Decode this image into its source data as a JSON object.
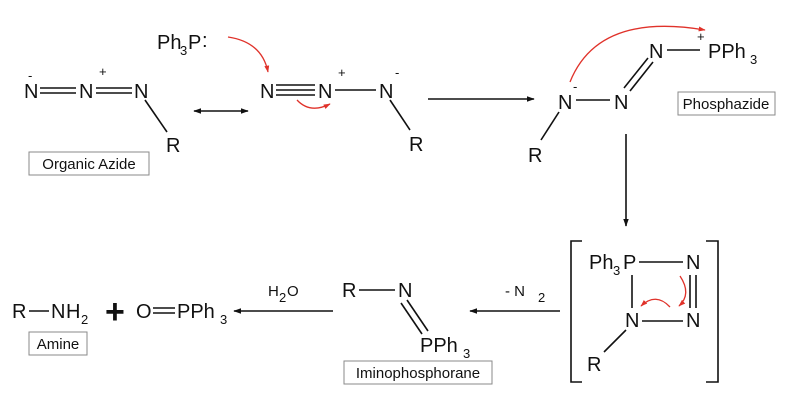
{
  "colors": {
    "ink": "#111111",
    "curved_arrow": "#e0322a",
    "label_border": "#8a8a8a"
  },
  "atoms": {
    "N": "N",
    "R": "R",
    "P": "P",
    "H": "H",
    "O": "O",
    "minus": "-",
    "plus": "+",
    "two": "2",
    "three": "3",
    "Ph": "Ph",
    "PPh": "PPh",
    "Ph3P_colon": ":"
  },
  "labels": {
    "organic_azide": "Organic Azide",
    "phosphazide": "Phosphazide",
    "iminophosphorane": "Iminophosphorane",
    "amine": "Amine"
  },
  "conditions": {
    "loss_of_nitrogen_prefix": "- N",
    "loss_of_nitrogen_sub": "2",
    "water_h": "H",
    "water_sub": "2",
    "water_o": "O"
  },
  "plus_sign": "+"
}
